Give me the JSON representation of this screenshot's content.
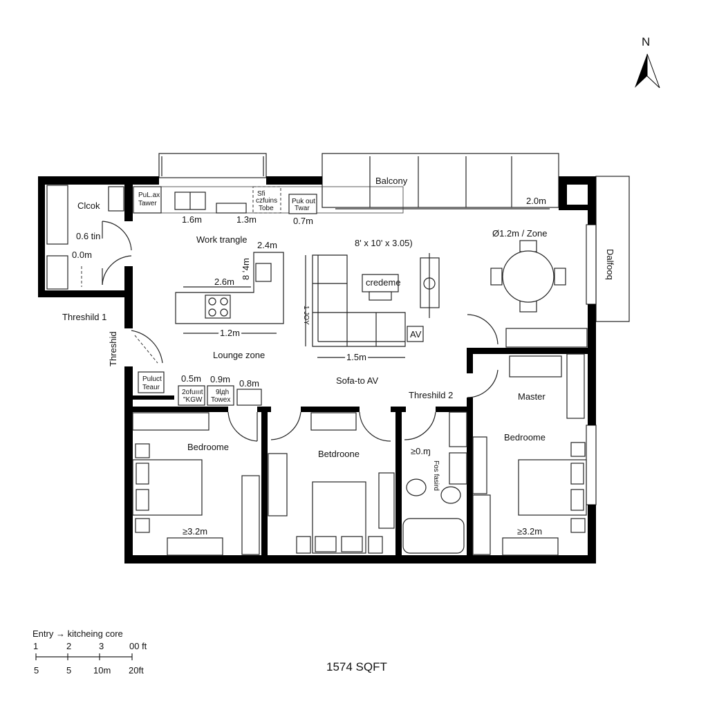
{
  "compass": {
    "label": "N"
  },
  "rooms": {
    "closet": "Clcok",
    "balcony_top": "Balcony",
    "balcony_side": "Dalfooq",
    "work_triangle": "Work trangle",
    "lounge_zone": "Lounge zone",
    "living_dims": "8' x 10' x 3.05)",
    "credenza": "credeme",
    "av": "AV",
    "dining_zone": "Ø1.2m / Zone",
    "sofa_to_av": "Sofa-to AV",
    "threshold_1": "Threshild 1",
    "threshold_side": "Threshid",
    "threshold_2": "Threshild 2",
    "master": "Master",
    "bedroom_1": "Bedroome",
    "bedroom_2": "Betdroone",
    "bedroom_master": "Bedroome",
    "bath_label": "Fos fasird"
  },
  "fixtures": {
    "pullout_tower_1": [
      "PuL.ax",
      "Tawer"
    ],
    "pullout_tower_2": [
      "Puk out",
      "Twar"
    ],
    "pullout_tower_3": [
      "Puluct",
      "Teaur"
    ],
    "cabinet_1": [
      "Sfi",
      "czfuins",
      "Tobe"
    ],
    "cabinet_2": [
      "2ofuıııt",
      "\"KGW"
    ],
    "cabinet_3": [
      "9lдh",
      "Towex"
    ]
  },
  "dimensions": {
    "d_16": "1.6m",
    "d_13": "1.3m",
    "d_07": "0.7m",
    "d_06": "0.6 tin",
    "d_00": "0.0m",
    "d_24": "2.4m",
    "d_84": "8 ʻ4m",
    "d_26": "2.6m",
    "d_12": "1.2m",
    "d_20": "2.0m",
    "d_10v": "1 JOY",
    "d_15": "1.5m",
    "d_05": "0.5m",
    "d_09": "0.9m",
    "d_08": "0.8m",
    "d_bath": "≥0.ɱ",
    "d_bed1": "≥3.2m",
    "d_bed3": "≥3.2m"
  },
  "legend": {
    "title": "Entry → kitcheing core",
    "top_ticks": [
      "1",
      "2",
      "3",
      "00 ft"
    ],
    "bottom_ticks": [
      "5",
      "5",
      "10m",
      "20ft"
    ]
  },
  "area": "1574 SQFT"
}
